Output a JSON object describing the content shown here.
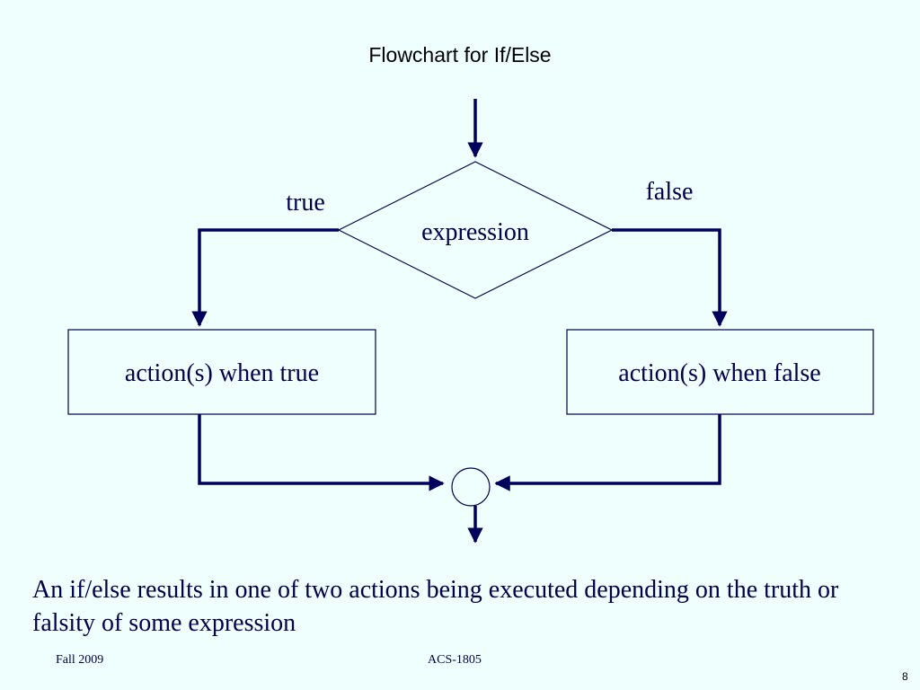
{
  "slide": {
    "title": "Flowchart for If/Else",
    "caption": "An if/else results in one of two actions being executed depending on the truth or falsity of some expression",
    "footer_left": "Fall 2009",
    "footer_center": "ACS-1805",
    "page_number": "8"
  },
  "diagram": {
    "decision_label": "expression",
    "true_branch_label": "true",
    "false_branch_label": "false",
    "true_action_label": "action(s) when true",
    "false_action_label": "action(s) when false"
  },
  "colors": {
    "background": "#eefffe",
    "line": "#00005c",
    "shape_stroke": "#00004d",
    "text": "#00004d"
  }
}
